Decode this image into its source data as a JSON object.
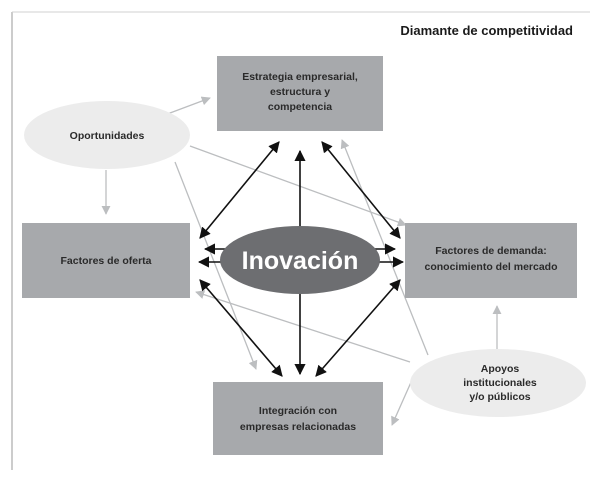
{
  "title": "Diamante de competitividad",
  "center": {
    "label": "Inovación"
  },
  "boxes": {
    "estrategia": [
      "Estrategia empresarial,",
      "estructura y",
      "competencia"
    ],
    "oferta": [
      "Factores de oferta"
    ],
    "demanda": [
      "Factores de demanda:",
      "conocimiento del mercado"
    ],
    "integracion": [
      "Integración con",
      "empresas relacionadas"
    ]
  },
  "ellipses": {
    "oportunidades": [
      "Oportunidades"
    ],
    "apoyos": [
      "Apoyos",
      "institucionales",
      "y/o públicos"
    ]
  },
  "colors": {
    "box_fill": "#a7a9ac",
    "ellipse_fill": "#ececec",
    "center_fill": "#6d6e71",
    "dark_arrow": "#111111",
    "light_arrow": "#bcbec0"
  }
}
